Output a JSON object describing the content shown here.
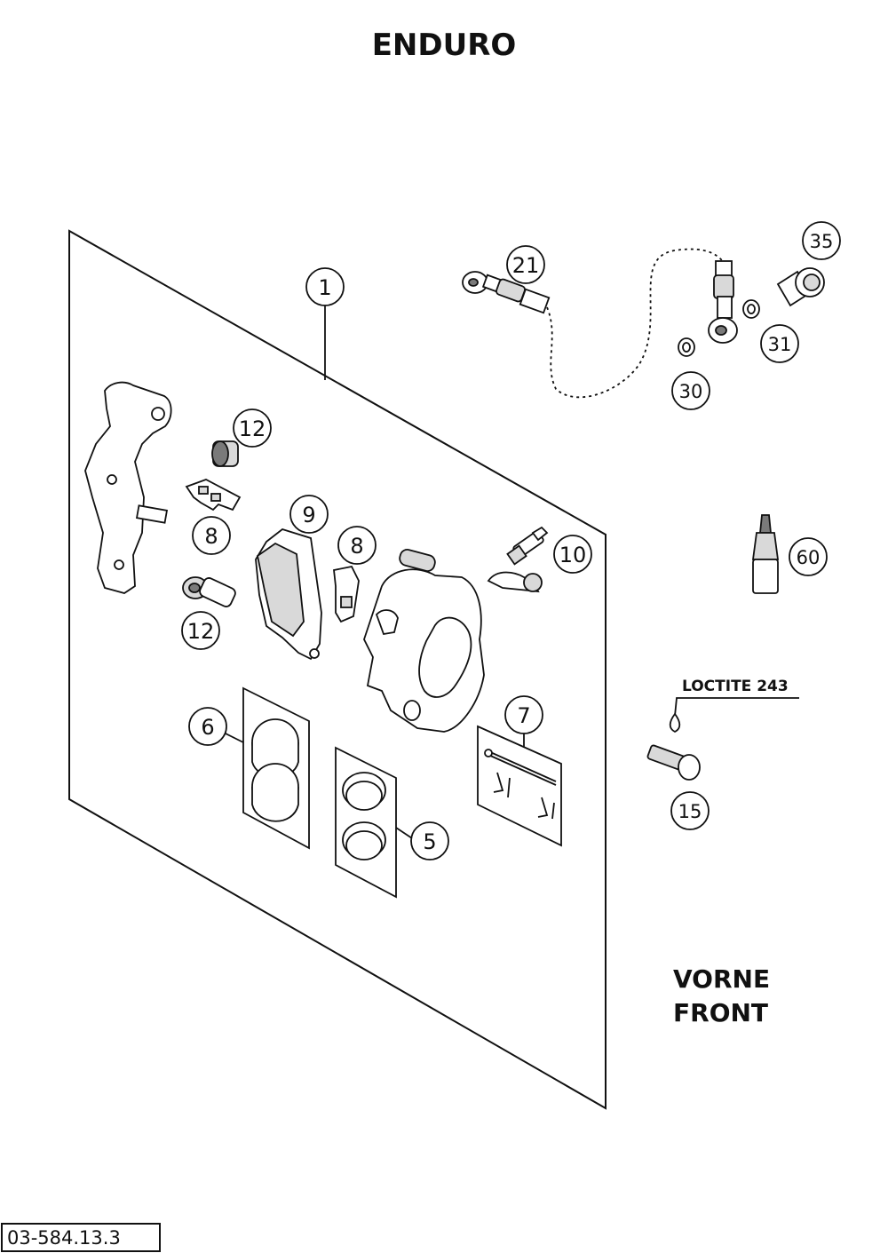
{
  "header": {
    "title": "ENDURO"
  },
  "side_label": {
    "line1": "VORNE",
    "line2": "FRONT"
  },
  "loctite_label": "LOCTITE 243",
  "drawing_code": "03-584.13.3",
  "callouts": {
    "c1": "1",
    "c5": "5",
    "c6": "6",
    "c7": "7",
    "c8a": "8",
    "c8b": "8",
    "c9": "9",
    "c10": "10",
    "c12a": "12",
    "c12b": "12",
    "c15": "15",
    "c21": "21",
    "c30": "30",
    "c31": "31",
    "c35": "35",
    "c60": "60"
  }
}
